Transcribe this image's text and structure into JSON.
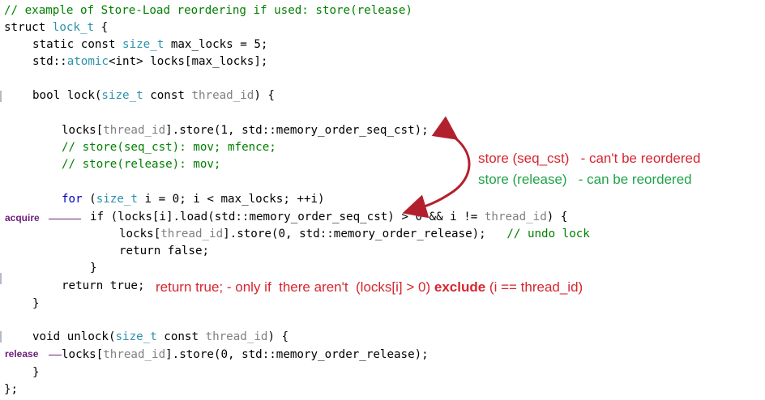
{
  "code": {
    "l1_comment": "// example of Store-Load reordering if used: store(release)",
    "l2_kw": "struct",
    "l2_name": " lock_t",
    "l2_rest": " {",
    "l3_kw": "static const",
    "l3_type": " size_t",
    "l3_rest": " max_locks = 5;",
    "l4_ns": "std",
    "l4_sep": "::",
    "l4_atomic": "atomic",
    "l4_lt": "<",
    "l4_int": "int",
    "l4_rest": "> locks[max_locks];",
    "l5_bool": "bool",
    "l5_name": " lock(",
    "l5_type": "size_t",
    "l5_const": " const",
    "l5_param": " thread_id",
    "l5_rest": ") {",
    "l6_a": "locks[",
    "l6_param": "thread_id",
    "l6_b": "].store(1, std::memory_order_seq_cst);",
    "l7_comment": "// store(seq_cst): mov; mfence;",
    "l8_comment": "// store(release): mov;",
    "l9_for": "for",
    "l9_a": " (",
    "l9_type": "size_t",
    "l9_b": " i = 0; i < max_locks; ++i)",
    "l10_if": "if",
    "l10_a": " (locks[i].load(std::memory_order_seq_cst) > 0 && i != ",
    "l10_param": "thread_id",
    "l10_b": ") {",
    "l11_a": "locks[",
    "l11_param": "thread_id",
    "l11_b": "].store(0, std::memory_order_release);",
    "l11_comment": "   // undo lock",
    "l12_return": "return",
    "l12_false": " false",
    "l12_rest": ";",
    "l13": "}",
    "l14_return": "return",
    "l14_true": " true",
    "l14_rest": ";",
    "l15": "}",
    "l16_void": "void",
    "l16_name": " unlock(",
    "l16_type": "size_t",
    "l16_const": " const",
    "l16_param": " thread_id",
    "l16_rest": ") {",
    "l17_a": "locks[",
    "l17_param": "thread_id",
    "l17_b": "].store(0, std::memory_order_release);",
    "l18": "}",
    "l19": "};"
  },
  "annotations": {
    "seq_cst": "store (seq_cst)   - can't be reordered",
    "release": "store (release)   - can be reordered",
    "return_a": "return true; - only if  there aren't  (locks[i] > 0)",
    "return_b": " exclude",
    "return_c": " (i == thread_id)",
    "acquire_label": "acquire",
    "release_label": "release"
  },
  "colors": {
    "keyword": "#0000cc",
    "type": "#2b91af",
    "comment": "#008000",
    "param": "#808080",
    "red_note": "#d7262f",
    "green_note": "#21a24a",
    "side_label": "#6b1f7a"
  }
}
